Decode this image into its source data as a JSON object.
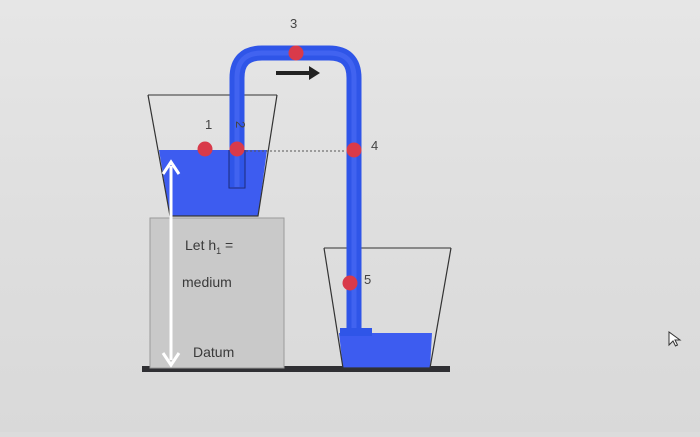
{
  "diagram": {
    "points": [
      "1",
      "2",
      "3",
      "4",
      "5"
    ],
    "block_labels": {
      "height_label": "Let h",
      "height_subscript": "1",
      "height_equals": " =",
      "medium": "medium",
      "datum": "Datum"
    },
    "icons": {
      "flow_direction": "arrow-right-icon",
      "height_marker": "double-arrow-vertical-icon",
      "cursor": "mouse-cursor-icon"
    },
    "colors": {
      "water": "#3d5cf0",
      "pipe": "#2f55e8",
      "point_marker": "#d93a4a",
      "block": "#c8c8c8",
      "ground": "#2f2f33"
    }
  }
}
